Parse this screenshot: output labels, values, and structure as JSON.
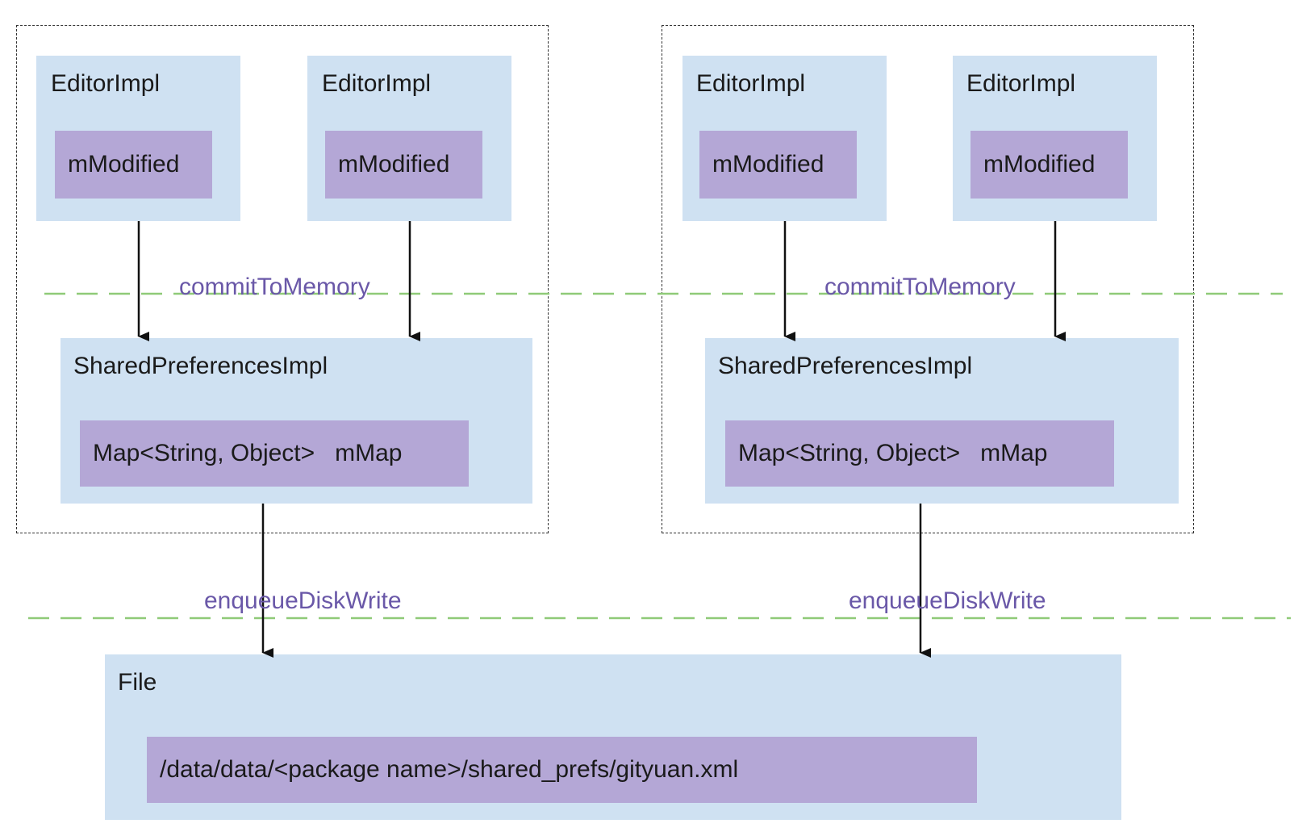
{
  "groups": [
    {
      "editors": [
        {
          "title": "EditorImpl",
          "field": "mModified"
        },
        {
          "title": "EditorImpl",
          "field": "mModified"
        }
      ],
      "commit_label": "commitToMemory",
      "prefs": {
        "title": "SharedPreferencesImpl",
        "field": "Map<String, Object>   mMap"
      },
      "write_label": "enqueueDiskWrite"
    },
    {
      "editors": [
        {
          "title": "EditorImpl",
          "field": "mModified"
        },
        {
          "title": "EditorImpl",
          "field": "mModified"
        }
      ],
      "commit_label": "commitToMemory",
      "prefs": {
        "title": "SharedPreferencesImpl",
        "field": "Map<String, Object>   mMap"
      },
      "write_label": "enqueueDiskWrite"
    }
  ],
  "file": {
    "title": "File",
    "path": "/data/data/<package name>/shared_prefs/gityuan.xml"
  },
  "colors": {
    "box": "#cfe1f2",
    "inner": "#b4a7d6",
    "label": "#6a58a8",
    "divider": "#8fca78",
    "group_border": "#333333"
  }
}
